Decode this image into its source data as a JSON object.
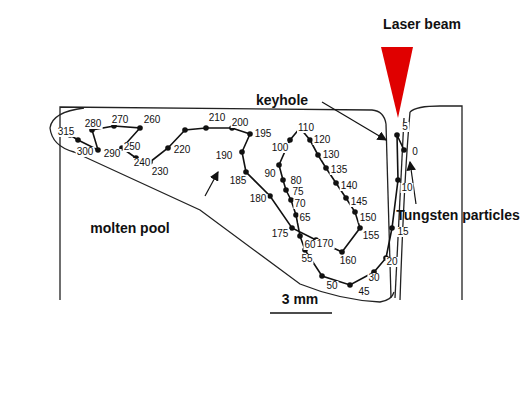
{
  "diagram": {
    "labels": [
      "Laser beam",
      "keyhole",
      "molten pool",
      "Tungsten particles",
      "3 mm",
      "315",
      "280",
      "270",
      "260",
      "210",
      "200",
      "195",
      "300",
      "290",
      "250",
      "240",
      "230",
      "220",
      "190",
      "185",
      "180",
      "110",
      "100",
      "120",
      "130",
      "135",
      "140",
      "145",
      "150",
      "155",
      "90",
      "80",
      "75",
      "70",
      "65",
      "175",
      "60",
      "55",
      "170",
      "160",
      "50",
      "45",
      "30",
      "20",
      "15",
      "10",
      "5",
      "0"
    ]
  }
}
